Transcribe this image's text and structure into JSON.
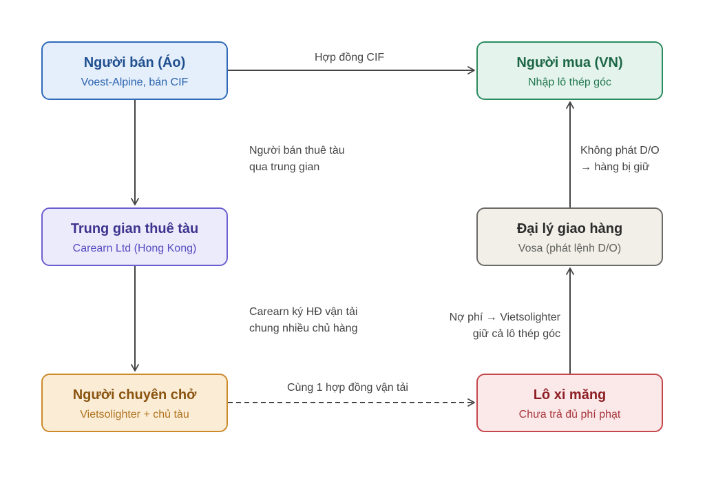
{
  "nodes": {
    "seller": {
      "title": "Người bán (Áo)",
      "subtitle": "Voest-Alpine, bán CIF"
    },
    "buyer": {
      "title": "Người mua (VN)",
      "subtitle": "Nhập lô thép góc"
    },
    "broker": {
      "title": "Trung gian thuê tàu",
      "subtitle": "Carearn Ltd (Hong Kong)"
    },
    "agent": {
      "title": "Đại lý giao hàng",
      "subtitle": "Vosa (phát lệnh D/O)"
    },
    "carrier": {
      "title": "Người chuyên chở",
      "subtitle": "Vietsolighter + chủ tàu"
    },
    "cement": {
      "title": "Lô xi măng",
      "subtitle": "Chưa trả đủ phí phạt"
    }
  },
  "edges": {
    "seller_buyer": {
      "label": "Hợp đồng CIF"
    },
    "seller_broker": {
      "line1": "Người bán thuê tàu",
      "line2": "qua trung gian"
    },
    "broker_carrier": {
      "line1": "Carearn ký HĐ vận tải",
      "line2": "chung nhiều chủ hàng"
    },
    "carrier_cement": {
      "label": "Cùng 1 hợp đồng vận tải",
      "style": "dashed"
    },
    "cement_agent": {
      "line1": "Nợ phí → Vietsolighter",
      "line2": "giữ cả lô thép góc"
    },
    "agent_buyer": {
      "line1": "Không phát D/O",
      "line2": "→ hàng bị giữ"
    }
  }
}
